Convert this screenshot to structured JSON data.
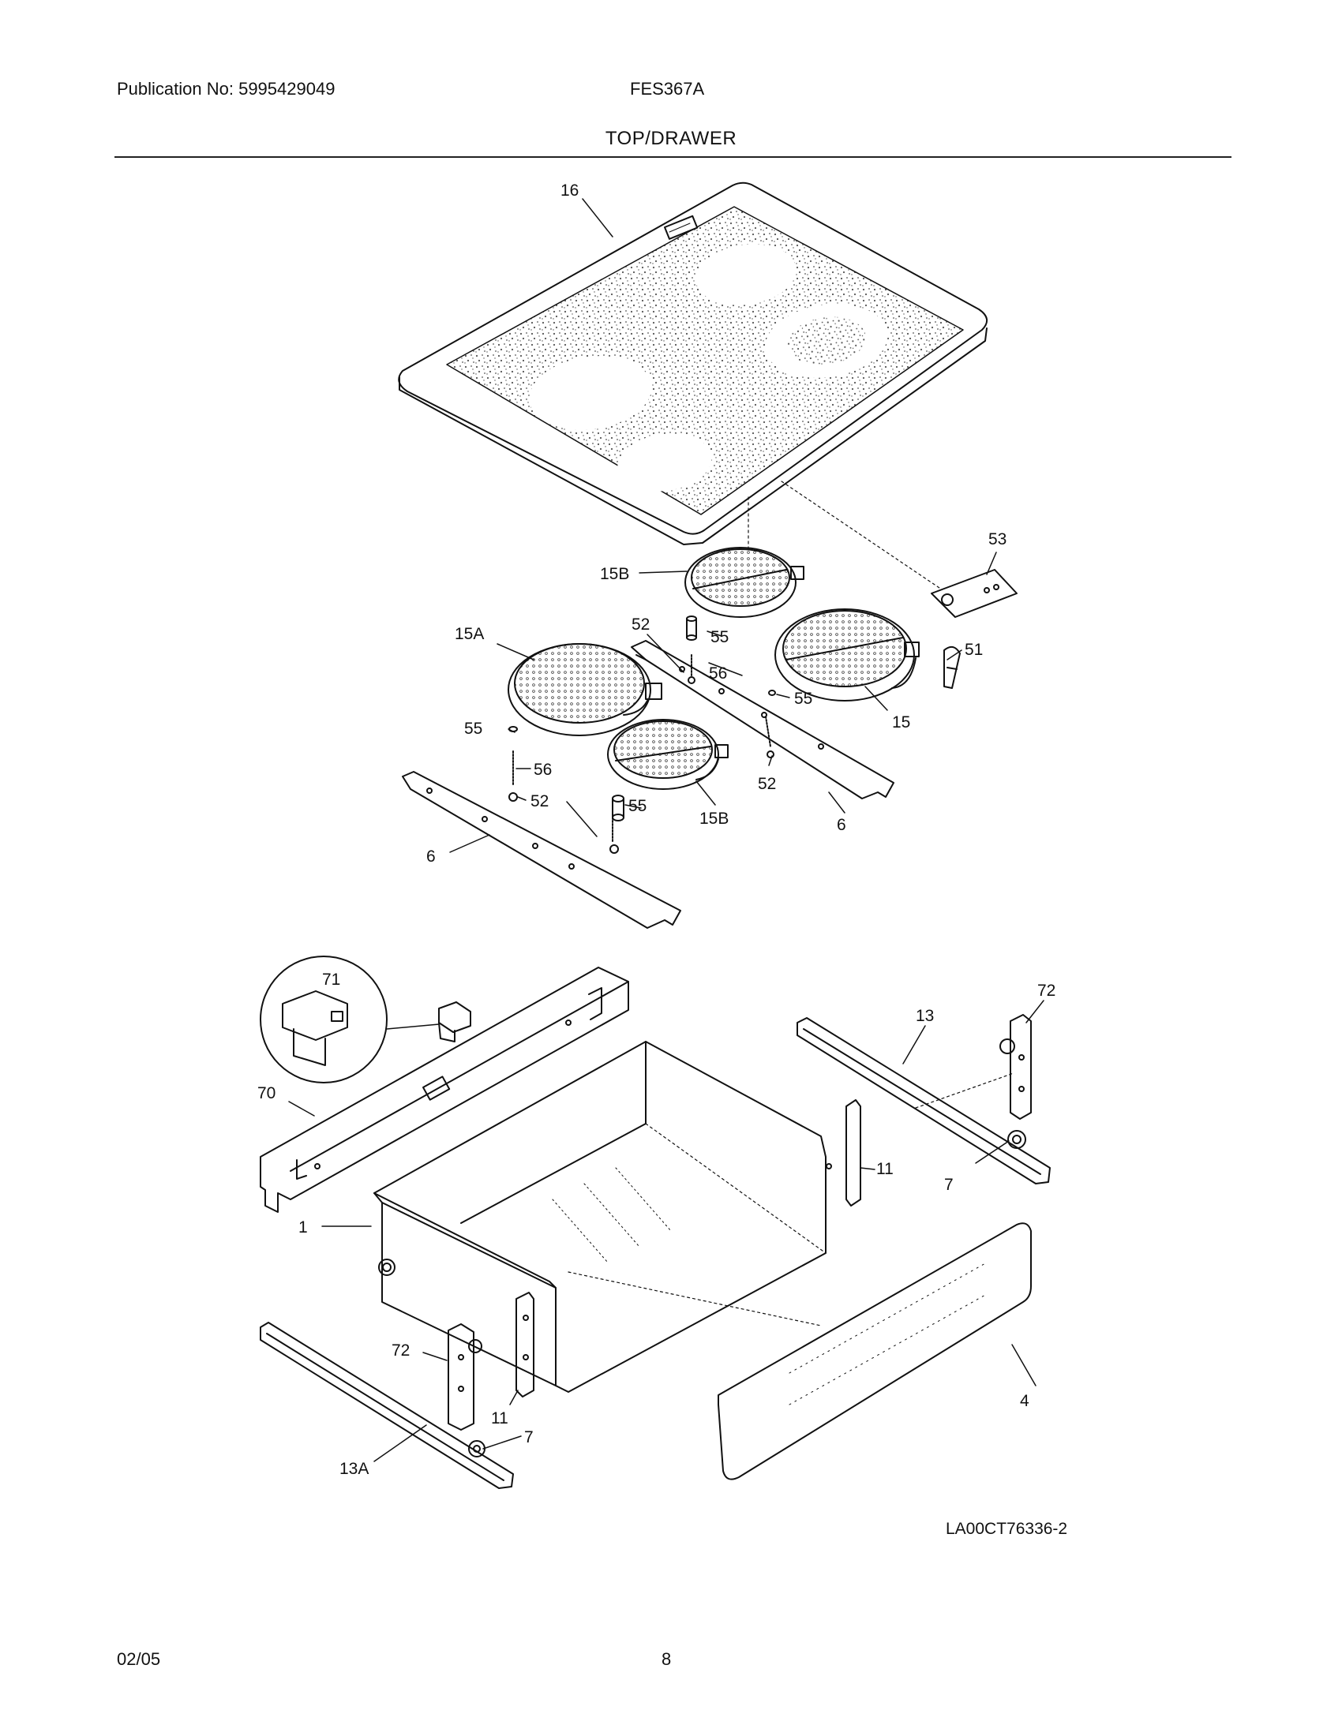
{
  "header": {
    "publication": "Publication No: 5995429049",
    "model": "FES367A",
    "section_title": "TOP/DRAWER"
  },
  "callouts": {
    "c16": "16",
    "c53": "53",
    "c15B_top": "15B",
    "c52_top": "52",
    "c55_a": "55",
    "c15A": "15A",
    "c56_top": "56",
    "c55_b": "55",
    "c51": "51",
    "c15": "15",
    "c55_c": "55",
    "c56_left": "56",
    "c52_left": "52",
    "c55_d": "55",
    "c52_right": "52",
    "c15B_bottom": "15B",
    "c6_right": "6",
    "c6_left": "6",
    "c71": "71",
    "c72_right": "72",
    "c13": "13",
    "c70": "70",
    "c11_right": "11",
    "c7_right": "7",
    "c1": "1",
    "c72_left": "72",
    "c11_left": "11",
    "c7_left": "7",
    "c13A": "13A",
    "c4": "4"
  },
  "figure_code": "LA00CT76336-2",
  "footer": {
    "date": "02/05",
    "page": "8"
  }
}
